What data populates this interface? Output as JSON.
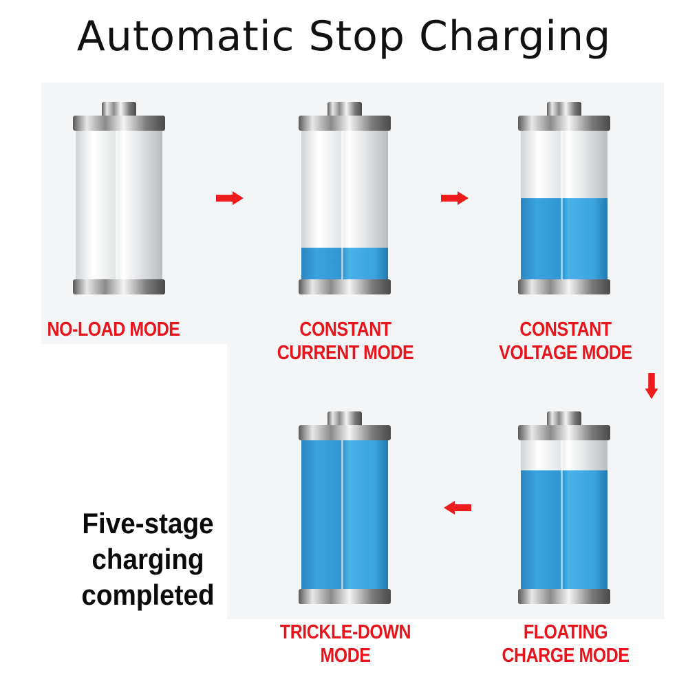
{
  "title": "Automatic Stop Charging",
  "note": "Five-stage\ncharging\ncompleted",
  "colors": {
    "fill": "#3aa3dd",
    "label": "#e8141b",
    "arrow": "#ee1c1c"
  },
  "stages": [
    {
      "label": "NO-LOAD MODE",
      "fill_fraction": 0.0
    },
    {
      "label": "CONSTANT\nCURRENT MODE",
      "fill_fraction": 0.22
    },
    {
      "label": "CONSTANT\nVOLTAGE MODE",
      "fill_fraction": 0.55
    },
    {
      "label": "FLOATING\nCHARGE MODE",
      "fill_fraction": 0.8
    },
    {
      "label": "TRICKLE-DOWN\nMODE",
      "fill_fraction": 1.0
    }
  ]
}
